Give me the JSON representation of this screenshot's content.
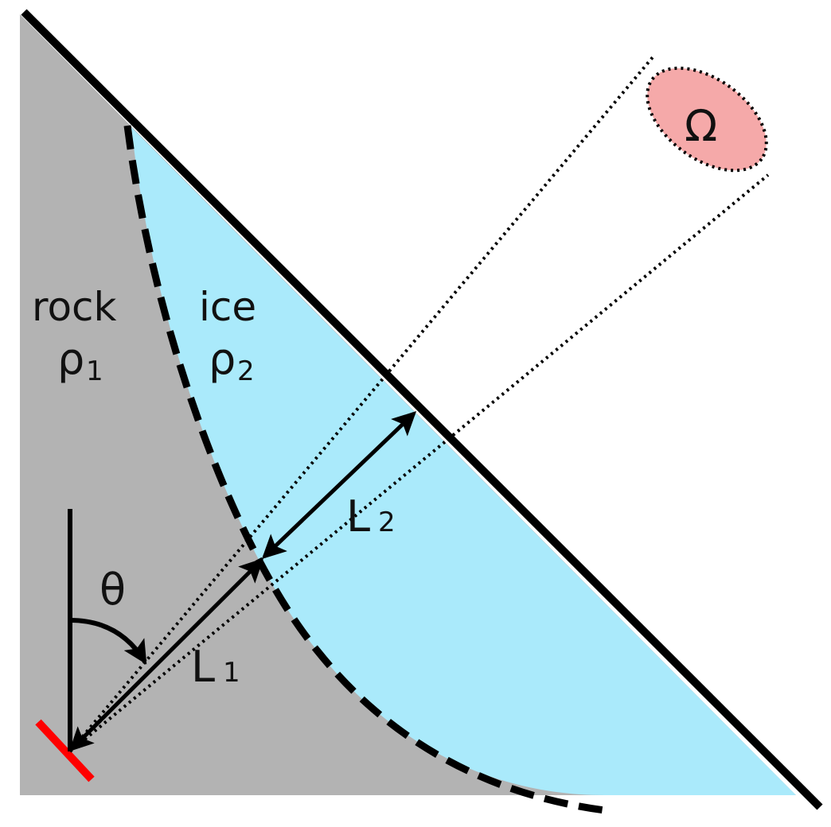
{
  "regions": {
    "rock": {
      "name": "rock",
      "density_symbol": "ρ",
      "density_index": "1"
    },
    "ice": {
      "name": "ice",
      "density_symbol": "ρ",
      "density_index": "2"
    }
  },
  "path_lengths": {
    "rock": {
      "symbol": "L",
      "index": "1"
    },
    "ice": {
      "symbol": "L",
      "index": "2"
    }
  },
  "zenith_angle": {
    "symbol": "θ"
  },
  "solid_angle": {
    "symbol": "Ω"
  },
  "colors": {
    "rock": "#b3b3b3",
    "ice": "#aaeafb",
    "solid_angle_fill": "#f5a9a9",
    "detector": "#ff0000",
    "outline": "#000000"
  }
}
